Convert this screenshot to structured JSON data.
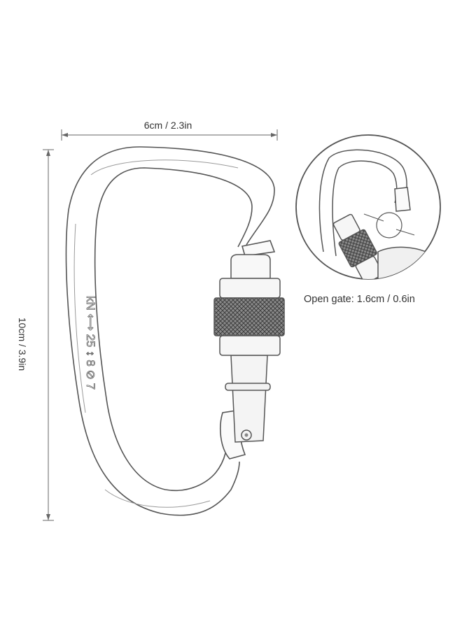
{
  "dimensions": {
    "width_label": "6cm / 2.3in",
    "height_label": "10cm / 3.9in",
    "open_gate_label": "Open gate:  1.6cm / 0.6in"
  },
  "body_marking": "kN ⟷ 25 ↕ 8 ⊘ 7",
  "colors": {
    "line": "#555555",
    "shading": "#9a9a9a",
    "knurl": "#6e6e6e",
    "background": "#ffffff"
  }
}
